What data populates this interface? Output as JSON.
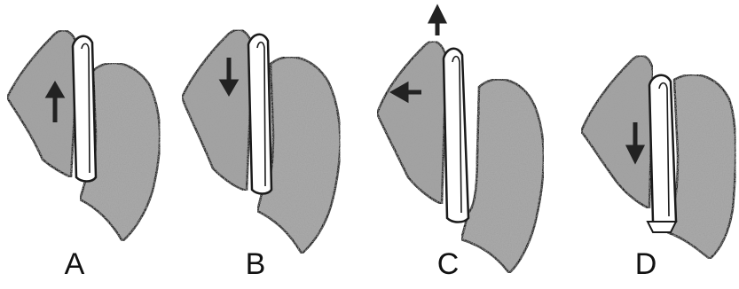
{
  "figure": {
    "panels": [
      {
        "label": "A",
        "arrow": "up"
      },
      {
        "label": "B",
        "arrow": "down"
      },
      {
        "label": "C",
        "arrow": "left-and-up"
      },
      {
        "label": "D",
        "arrow": "down"
      }
    ],
    "colors": {
      "tissue_fill": "#9a9a9a",
      "outline": "#1a1a1a",
      "tooth": "#ffffff",
      "arrow": "#222222"
    }
  }
}
